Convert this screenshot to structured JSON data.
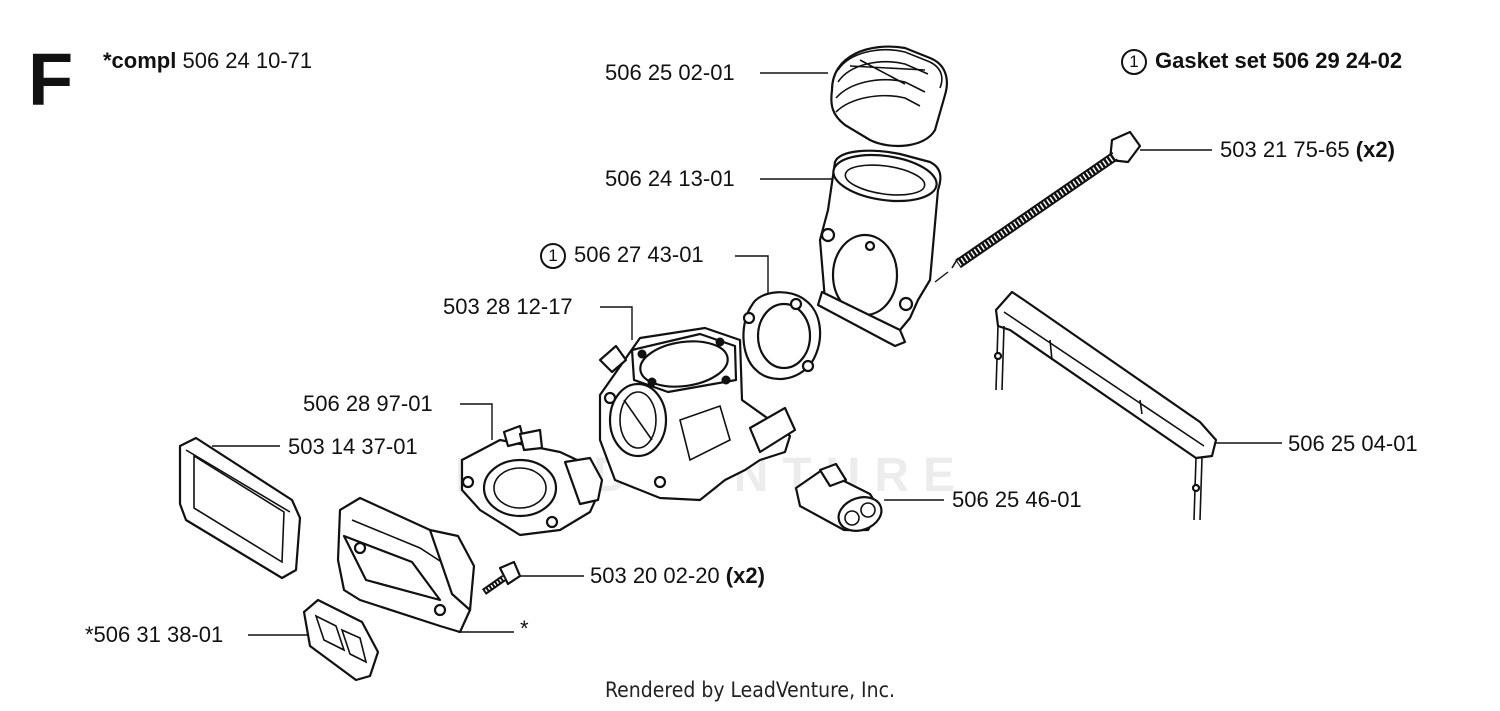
{
  "section": "F",
  "complete_assembly": {
    "prefix": "*compl",
    "number": "506 24 10-71"
  },
  "gasket_set": {
    "marker": "1",
    "label": "Gasket set 506 29 24-02"
  },
  "callouts": {
    "air_filter_top": "506 25 02-01",
    "intake_adapter": "506 24 13-01",
    "bolt_long": "503 21 75-65",
    "bolt_long_qty": "(x2)",
    "gasket_marker": "1",
    "gasket": "506 27 43-01",
    "carburetor": "503 28 12-17",
    "insulator": "506 28 97-01",
    "filter_frame": "503 14 37-01",
    "choke_tube": "506 25 46-01",
    "support_rod": "506 25 04-01",
    "screw": "503 20 02-20",
    "screw_qty": "(x2)",
    "reed_gasket": "*506 31 38-01",
    "reed_block": "*"
  },
  "footer": "Rendered by LeadVenture, Inc.",
  "watermark": "LEADVENTURE"
}
